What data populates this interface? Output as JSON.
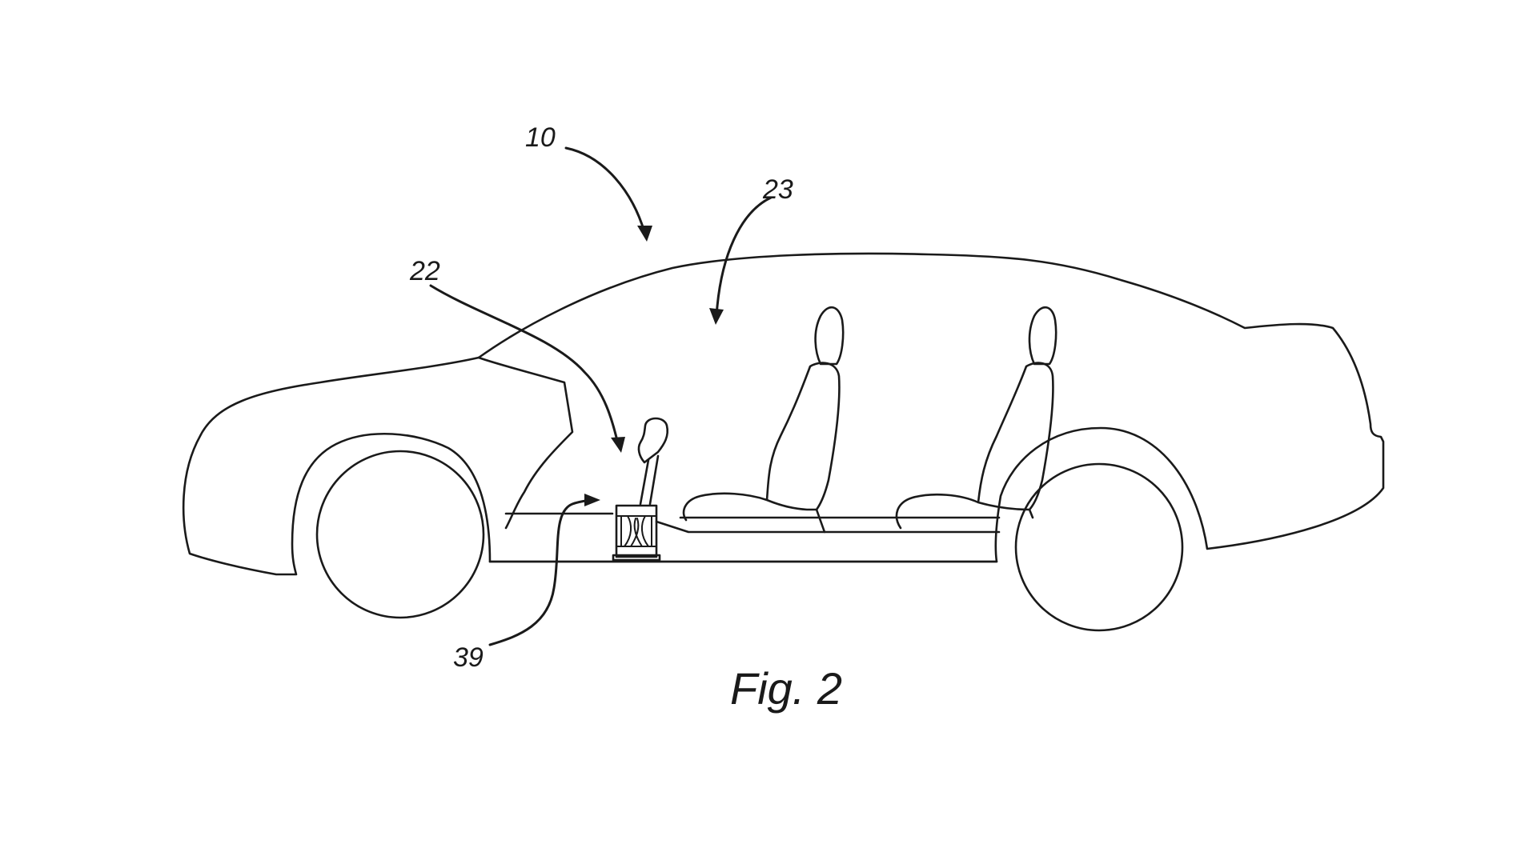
{
  "figure": {
    "caption": "Fig. 2",
    "reference_numerals": {
      "vehicle": "10",
      "shifter": "22",
      "cabin": "23",
      "housing": "39"
    }
  }
}
